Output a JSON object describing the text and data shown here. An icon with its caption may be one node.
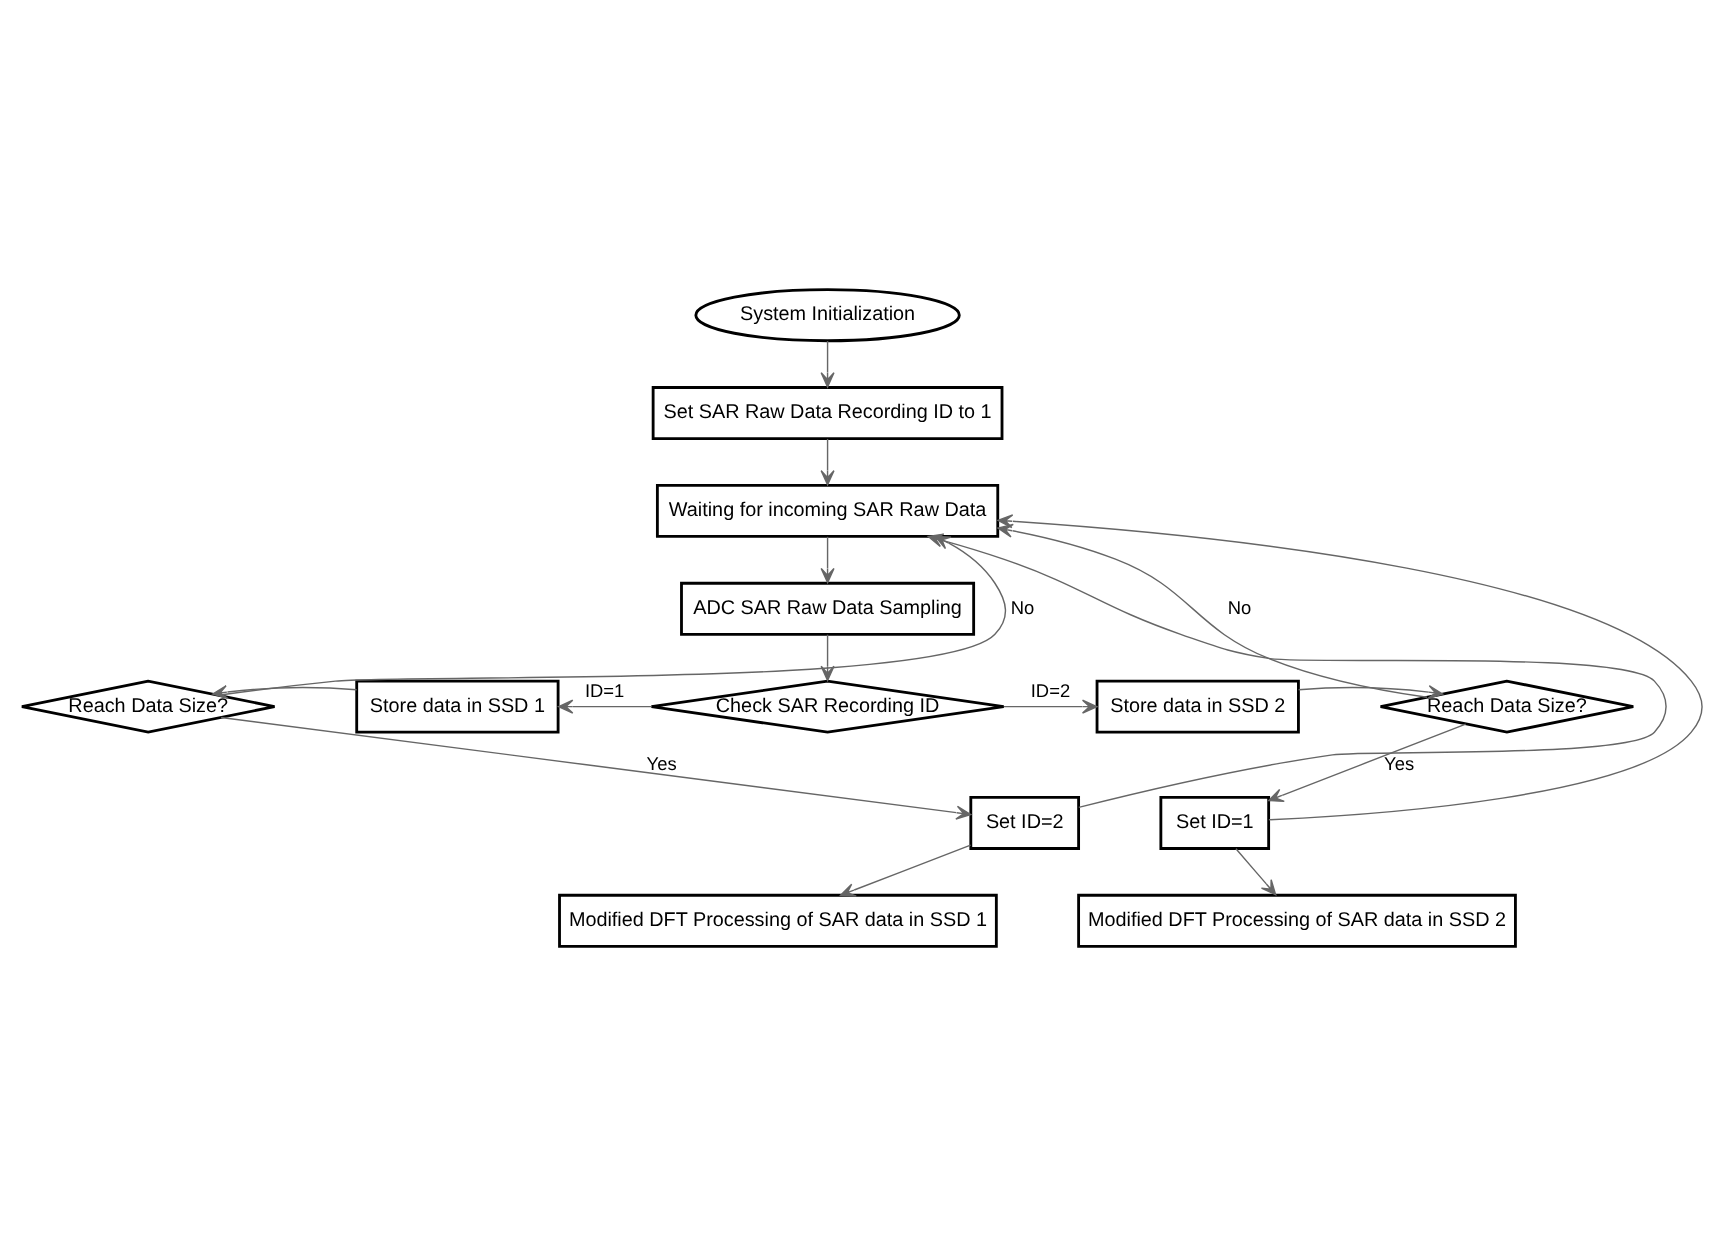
{
  "diagram": {
    "nodes": [
      {
        "text": [
          "System Initialization"
        ]
      },
      {
        "text": [
          "Set SAR Raw Data Recording ID to 1"
        ]
      },
      {
        "text": [
          "Waiting for incoming SAR Raw Data"
        ]
      },
      {
        "text": [
          "ADC SAR Raw Data Sampling"
        ]
      },
      {
        "text": [
          "Check SAR Recording ID"
        ]
      },
      {
        "text": [
          "Store data in SSD 1"
        ]
      },
      {
        "text": [
          "Reach Data Size?"
        ]
      },
      {
        "text": [
          "Set ID=2"
        ]
      },
      {
        "text": [
          "Modified DFT Processing of SAR data in SSD 1"
        ]
      },
      {
        "text": [
          "Store data in SSD 2"
        ]
      },
      {
        "text": [
          "Reach Data Size?"
        ]
      },
      {
        "text": [
          "Set ID=1"
        ]
      },
      {
        "text": [
          "Modified DFT Processing of SAR data in SSD 2"
        ]
      }
    ],
    "edges": [
      {
        "from": 0,
        "to": 1,
        "arrow": "to"
      },
      {
        "from": 1,
        "to": 2,
        "arrow": "to"
      },
      {
        "from": 2,
        "to": 3,
        "arrow": "to"
      },
      {
        "from": 3,
        "to": 4,
        "arrow": "to"
      },
      {
        "from": 4,
        "to": 5,
        "arrow": "to",
        "label": "ID=1"
      },
      {
        "from": 5,
        "to": 6,
        "arrow": "to"
      },
      {
        "from": 6,
        "to": 2,
        "arrow": "to",
        "label": "No"
      },
      {
        "from": 6,
        "to": 7,
        "arrow": "to",
        "label": "Yes"
      },
      {
        "from": 7,
        "to": 2,
        "arrow": "to"
      },
      {
        "from": 7,
        "to": 8,
        "arrow": "to"
      },
      {
        "from": 4,
        "to": 9,
        "arrow": "to",
        "label": "ID=2"
      },
      {
        "from": 9,
        "to": 10,
        "arrow": "to"
      },
      {
        "from": 10,
        "to": 2,
        "arrow": "to",
        "label": "No"
      },
      {
        "from": 10,
        "to": 11,
        "arrow": "to",
        "label": "Yes"
      },
      {
        "from": 11,
        "to": 2,
        "arrow": "to"
      },
      {
        "from": 11,
        "to": 12,
        "arrow": "to"
      }
    ]
  }
}
